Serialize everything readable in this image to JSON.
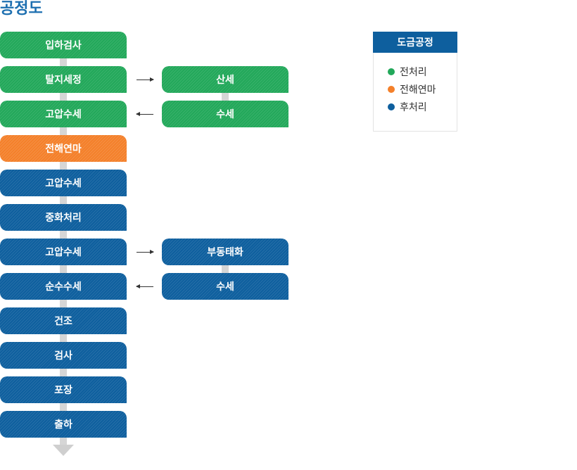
{
  "title": "공정도",
  "main_steps": [
    {
      "label": "입하검사",
      "group": "전처리"
    },
    {
      "label": "탈지세정",
      "group": "전처리"
    },
    {
      "label": "고압수세",
      "group": "전처리"
    },
    {
      "label": "전해연마",
      "group": "전해연마"
    },
    {
      "label": "고압수세",
      "group": "후처리"
    },
    {
      "label": "중화처리",
      "group": "후처리"
    },
    {
      "label": "고압수세",
      "group": "후처리"
    },
    {
      "label": "순수수세",
      "group": "후처리"
    },
    {
      "label": "건조",
      "group": "후처리"
    },
    {
      "label": "검사",
      "group": "후처리"
    },
    {
      "label": "포장",
      "group": "후처리"
    },
    {
      "label": "출하",
      "group": "후처리"
    }
  ],
  "side_steps": [
    {
      "label": "산세",
      "group": "전처리"
    },
    {
      "label": "수세",
      "group": "전처리"
    },
    {
      "label": "부동태화",
      "group": "후처리"
    },
    {
      "label": "수세",
      "group": "후처리"
    }
  ],
  "legend": {
    "title": "도금공정",
    "items": [
      {
        "label": "전처리",
        "color": "#22a85a"
      },
      {
        "label": "전해연마",
        "color": "#f4802a"
      },
      {
        "label": "후처리",
        "color": "#0e5f9e"
      }
    ]
  },
  "colors": {
    "green": "#22a85a",
    "orange": "#f4802a",
    "blue": "#0e5f9e",
    "title": "#1d6fb0"
  }
}
